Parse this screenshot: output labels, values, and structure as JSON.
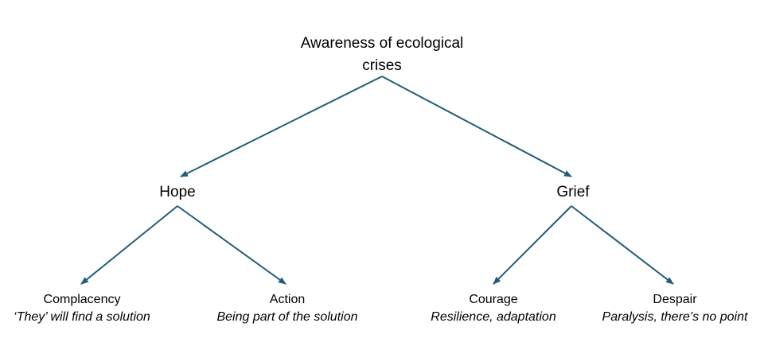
{
  "diagram": {
    "edge_color": "#1f5c7a",
    "root": {
      "label_line1": "Awareness of ecological",
      "label_line2": "crises"
    },
    "hope": {
      "label": "Hope",
      "children": [
        {
          "title": "Complacency",
          "subtitle": "‘They’ will find a solution"
        },
        {
          "title": "Action",
          "subtitle": "Being part of the solution"
        }
      ]
    },
    "grief": {
      "label": "Grief",
      "children": [
        {
          "title": "Courage",
          "subtitle": "Resilience, adaptation"
        },
        {
          "title": "Despair",
          "subtitle": "Paralysis, there’s no point"
        }
      ]
    }
  }
}
